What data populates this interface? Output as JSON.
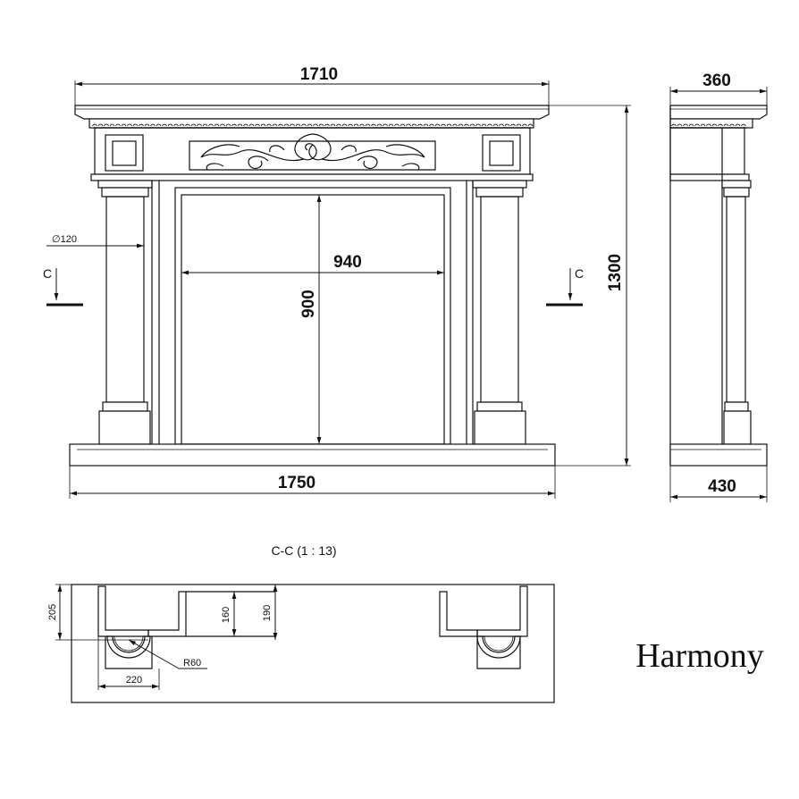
{
  "front_view": {
    "dim_top_width": "1710",
    "dim_bottom_width": "1750",
    "dim_height": "1300",
    "dim_opening_width": "940",
    "dim_opening_height": "900",
    "dim_column_diameter": "∅120",
    "section_mark_left": "C",
    "section_mark_right": "C"
  },
  "side_view": {
    "dim_top_depth": "360",
    "dim_bottom_depth": "430"
  },
  "section": {
    "title": "C-C  (1 : 13)",
    "dim_205": "205",
    "dim_160": "160",
    "dim_190": "190",
    "dim_220": "220",
    "dim_r60": "R60"
  },
  "product_name": "Harmony"
}
